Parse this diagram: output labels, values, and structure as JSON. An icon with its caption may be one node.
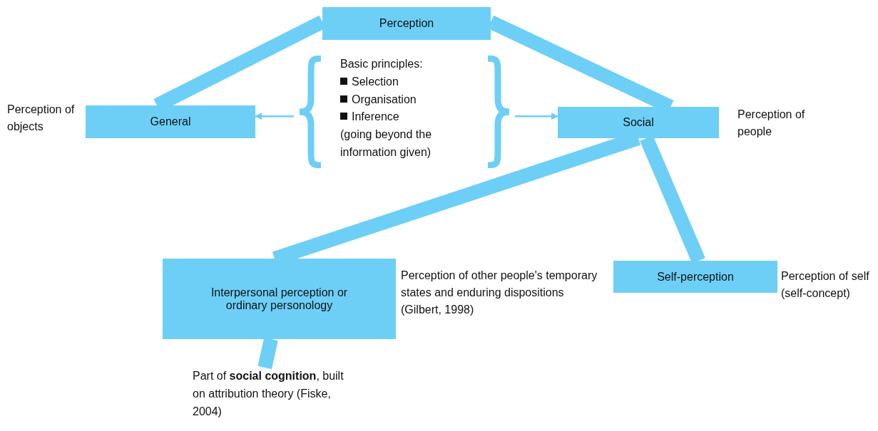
{
  "diagram": {
    "nodes": [
      {
        "text": [
          "Perception"
        ]
      },
      {
        "text": [
          "General"
        ],
        "beside": [
          "Perception of objects"
        ]
      },
      {
        "text": [
          "Basic principles:",
          "Selection",
          "Organisation",
          "Inference",
          "(going beyond the information given)"
        ]
      },
      {
        "text": [
          "Social"
        ],
        "beside": [
          "Perception of people"
        ]
      },
      {
        "text": [
          "Interpersonal perception or ordinary personology"
        ],
        "beside": [
          "Perception of other people's temporary states and enduring dispositions (Gilbert, 1998)"
        ]
      },
      {
        "text": [
          "Self-perception"
        ],
        "beside": [
          "Perception of self (self-concept)"
        ]
      },
      {
        "text": [
          "Part of **social cognition**, built on attribution theory (Fiske, 2004)"
        ]
      }
    ],
    "edges": [
      {
        "from": 0,
        "to": 1,
        "arrow": "none"
      },
      {
        "from": 0,
        "to": 3,
        "arrow": "none"
      },
      {
        "from": 3,
        "to": 4,
        "arrow": "none"
      },
      {
        "from": 3,
        "to": 5,
        "arrow": "none"
      },
      {
        "from": 4,
        "to": 6,
        "arrow": "none"
      },
      {
        "from": 2,
        "to": 1,
        "arrow": "to"
      },
      {
        "from": 2,
        "to": 3,
        "arrow": "to"
      }
    ]
  }
}
